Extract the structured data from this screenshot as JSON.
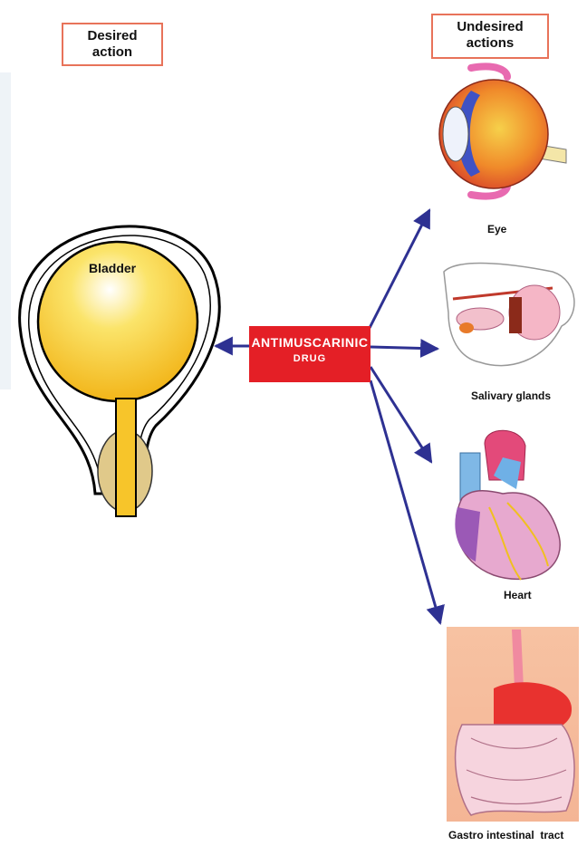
{
  "labels": {
    "desired": [
      "Desired",
      "action"
    ],
    "undesired": [
      "Undesired",
      "actions"
    ],
    "bladder": "Bladder",
    "drug": [
      "ANTIMUSCARINIC",
      "DRUG"
    ]
  },
  "targets": [
    {
      "label": "Eye",
      "icon": "eye-icon"
    },
    {
      "label": "Salivary glands",
      "icon": "salivary-glands-icon"
    },
    {
      "label": "Heart",
      "icon": "heart-icon"
    },
    {
      "label": "Gastro intestinal  tract",
      "icon": "gi-tract-icon"
    }
  ],
  "colors": {
    "arrow": "#2e3192",
    "drug_box": "#e41f26",
    "label_border": "#e8735a",
    "bladder": "#f7c52a"
  }
}
